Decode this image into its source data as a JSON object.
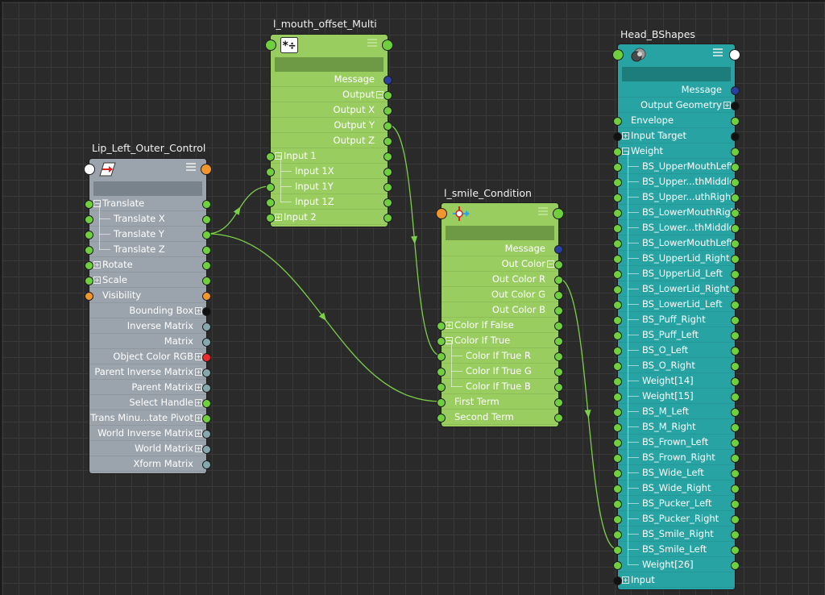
{
  "colors": {
    "plug_green": "#6fcf3c",
    "plug_gray": "#86a8ad",
    "plug_orange": "#f0962d",
    "plug_blue": "#2a3f9e",
    "plug_black": "#111111",
    "plug_red": "#ee2a2a",
    "plug_white": "#ffffff",
    "wire": "#7ccf48"
  },
  "nodes": {
    "lip": {
      "title": "Lip_Left_Outer_Control",
      "icon": "transform-icon",
      "rows": [
        {
          "label": "Translate",
          "level": 0,
          "align": "l",
          "expander": "minus",
          "in": "green",
          "out": "green"
        },
        {
          "label": "Translate X",
          "level": 1,
          "align": "l",
          "in": "green",
          "out": "green"
        },
        {
          "label": "Translate Y",
          "level": 1,
          "align": "l",
          "in": "green",
          "out": "green"
        },
        {
          "label": "Translate Z",
          "level": 1,
          "align": "l",
          "in": "green",
          "out": "green"
        },
        {
          "label": "Rotate",
          "level": 0,
          "align": "l",
          "expander": "plus",
          "in": "green",
          "out": "green"
        },
        {
          "label": "Scale",
          "level": 0,
          "align": "l",
          "expander": "plus",
          "in": "green",
          "out": "green"
        },
        {
          "label": "Visibility",
          "level": 0,
          "align": "l",
          "in": "orange",
          "out": "orange"
        },
        {
          "label": "Bounding Box",
          "align": "r",
          "expander": "plus",
          "out": "black"
        },
        {
          "label": "Inverse Matrix",
          "align": "r",
          "out": "gray"
        },
        {
          "label": "Matrix",
          "align": "r",
          "out": "gray"
        },
        {
          "label": "Object Color RGB",
          "align": "r",
          "expander": "plus",
          "out": "red"
        },
        {
          "label": "Parent Inverse Matrix",
          "align": "r",
          "expander": "plus",
          "out": "gray"
        },
        {
          "label": "Parent Matrix",
          "align": "r",
          "expander": "plus",
          "out": "gray"
        },
        {
          "label": "Select Handle",
          "align": "r",
          "expander": "plus",
          "out": "green"
        },
        {
          "label": "Trans Minu...tate Pivot",
          "align": "r",
          "expander": "plus",
          "out": "green"
        },
        {
          "label": "World Inverse Matrix",
          "align": "r",
          "expander": "plus",
          "out": "gray"
        },
        {
          "label": "World Matrix",
          "align": "r",
          "expander": "plus",
          "out": "gray"
        },
        {
          "label": "Xform Matrix",
          "align": "r",
          "out": "gray"
        }
      ]
    },
    "multi": {
      "title": "l_mouth_offset_Multi",
      "icon": "multiply-divide-icon",
      "rows": [
        {
          "label": "Message",
          "align": "r",
          "out": "blue"
        },
        {
          "label": "Output",
          "align": "r",
          "expander": "minus",
          "out": "green"
        },
        {
          "label": "Output X",
          "align": "r",
          "out": "green"
        },
        {
          "label": "Output Y",
          "align": "r",
          "out": "green"
        },
        {
          "label": "Output Z",
          "align": "r",
          "out": "green"
        },
        {
          "label": "Input 1",
          "level": 0,
          "align": "l",
          "expander": "minus",
          "in": "green",
          "out": "green"
        },
        {
          "label": "Input 1X",
          "level": 1,
          "align": "l",
          "in": "green",
          "out": "green"
        },
        {
          "label": "Input 1Y",
          "level": 1,
          "align": "l",
          "in": "green",
          "out": "green"
        },
        {
          "label": "Input 1Z",
          "level": 1,
          "align": "l",
          "in": "green",
          "out": "green"
        },
        {
          "label": "Input 2",
          "level": 0,
          "align": "l",
          "expander": "plus",
          "in": "green",
          "out": "green"
        }
      ]
    },
    "cond": {
      "title": "l_smile_Condition",
      "icon": "condition-icon",
      "rows": [
        {
          "label": "Message",
          "align": "r",
          "out": "blue"
        },
        {
          "label": "Out Color",
          "align": "r",
          "expander": "minus",
          "out": "green"
        },
        {
          "label": "Out Color R",
          "align": "r",
          "out": "green"
        },
        {
          "label": "Out Color G",
          "align": "r",
          "out": "green"
        },
        {
          "label": "Out Color B",
          "align": "r",
          "out": "green"
        },
        {
          "label": "Color If False",
          "level": 0,
          "align": "l",
          "expander": "plus",
          "in": "green",
          "out": "green"
        },
        {
          "label": "Color If True",
          "level": 0,
          "align": "l",
          "expander": "minus",
          "in": "green",
          "out": "green"
        },
        {
          "label": "Color If True R",
          "level": 1,
          "align": "l",
          "in": "green",
          "out": "green"
        },
        {
          "label": "Color If True G",
          "level": 1,
          "align": "l",
          "in": "green",
          "out": "green"
        },
        {
          "label": "Color If True B",
          "level": 1,
          "align": "l",
          "in": "green",
          "out": "green"
        },
        {
          "label": "First Term",
          "level": 0,
          "align": "l",
          "in": "green",
          "out": "green"
        },
        {
          "label": "Second Term",
          "level": 0,
          "align": "l",
          "in": "green",
          "out": "green"
        }
      ]
    },
    "head": {
      "title": "Head_BShapes",
      "icon": "blendshape-icon",
      "rows": [
        {
          "label": "Message",
          "align": "r",
          "out": "blue"
        },
        {
          "label": "Output Geometry",
          "align": "r",
          "expander": "plus",
          "out": "black"
        },
        {
          "label": "Envelope",
          "level": 0,
          "align": "l",
          "in": "green",
          "out": "green"
        },
        {
          "label": "Input Target",
          "level": 0,
          "align": "l",
          "expander": "plus",
          "in": "black",
          "out": "black"
        },
        {
          "label": "Weight",
          "level": 0,
          "align": "l",
          "expander": "minus",
          "in": "green",
          "out": "green"
        },
        {
          "label": "BS_UpperMouthLeft",
          "level": 1,
          "align": "l",
          "in": "green",
          "out": "green"
        },
        {
          "label": "BS_Upper...thMiddle",
          "level": 1,
          "align": "l",
          "in": "green",
          "out": "green"
        },
        {
          "label": "BS_Upper...uthRight",
          "level": 1,
          "align": "l",
          "in": "green",
          "out": "green"
        },
        {
          "label": "BS_LowerMouthRight",
          "level": 1,
          "align": "l",
          "in": "green",
          "out": "green"
        },
        {
          "label": "BS_Lower...thMiddle",
          "level": 1,
          "align": "l",
          "in": "green",
          "out": "green"
        },
        {
          "label": "BS_LowerMouthLeft",
          "level": 1,
          "align": "l",
          "in": "green",
          "out": "green"
        },
        {
          "label": "BS_UpperLid_Right",
          "level": 1,
          "align": "l",
          "in": "green",
          "out": "green"
        },
        {
          "label": "BS_UpperLid_Left",
          "level": 1,
          "align": "l",
          "in": "green",
          "out": "green"
        },
        {
          "label": "BS_LowerLid_Right",
          "level": 1,
          "align": "l",
          "in": "green",
          "out": "green"
        },
        {
          "label": "BS_LowerLid_Left",
          "level": 1,
          "align": "l",
          "in": "green",
          "out": "green"
        },
        {
          "label": "BS_Puff_Right",
          "level": 1,
          "align": "l",
          "in": "green",
          "out": "green"
        },
        {
          "label": "BS_Puff_Left",
          "level": 1,
          "align": "l",
          "in": "green",
          "out": "green"
        },
        {
          "label": "BS_O_Left",
          "level": 1,
          "align": "l",
          "in": "green",
          "out": "green"
        },
        {
          "label": "BS_O_Right",
          "level": 1,
          "align": "l",
          "in": "green",
          "out": "green"
        },
        {
          "label": "Weight[14]",
          "level": 1,
          "align": "l",
          "in": "green",
          "out": "green"
        },
        {
          "label": "Weight[15]",
          "level": 1,
          "align": "l",
          "in": "green",
          "out": "green"
        },
        {
          "label": "BS_M_Left",
          "level": 1,
          "align": "l",
          "in": "green",
          "out": "green"
        },
        {
          "label": "BS_M_Right",
          "level": 1,
          "align": "l",
          "in": "green",
          "out": "green"
        },
        {
          "label": "BS_Frown_Left",
          "level": 1,
          "align": "l",
          "in": "green",
          "out": "green"
        },
        {
          "label": "BS_Frown_Right",
          "level": 1,
          "align": "l",
          "in": "green",
          "out": "green"
        },
        {
          "label": "BS_Wide_Left",
          "level": 1,
          "align": "l",
          "in": "green",
          "out": "green"
        },
        {
          "label": "BS_Wide_Right",
          "level": 1,
          "align": "l",
          "in": "green",
          "out": "green"
        },
        {
          "label": "BS_Pucker_Left",
          "level": 1,
          "align": "l",
          "in": "green",
          "out": "green"
        },
        {
          "label": "BS_Pucker_Right",
          "level": 1,
          "align": "l",
          "in": "green",
          "out": "green"
        },
        {
          "label": "BS_Smile_Right",
          "level": 1,
          "align": "l",
          "in": "green",
          "out": "green"
        },
        {
          "label": "BS_Smile_Left",
          "level": 1,
          "align": "l",
          "in": "green",
          "out": "green"
        },
        {
          "label": "Weight[26]",
          "level": 1,
          "align": "l",
          "in": "green",
          "out": "green"
        },
        {
          "label": "Input",
          "level": 0,
          "align": "l",
          "expander": "plus",
          "in": "black",
          "out": ""
        }
      ]
    }
  },
  "connections": [
    {
      "from": "lip.Translate Y",
      "to": "multi.Input 1Y"
    },
    {
      "from": "lip.Translate Y",
      "to": "cond.First Term"
    },
    {
      "from": "multi.Output Y",
      "to": "cond.Color If True R"
    },
    {
      "from": "cond.Out Color R",
      "to": "head.BS_Smile_Left"
    }
  ]
}
